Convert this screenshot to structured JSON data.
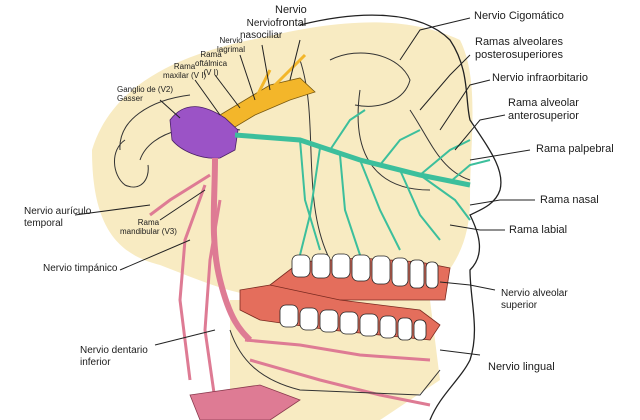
{
  "labels": {
    "nervio_frontal": [
      "Nervio",
      "frontal"
    ],
    "nervio_nasociliar": [
      "Nervio",
      "nasociliar"
    ],
    "nervio_lagrimal": [
      "Nervio",
      "lagrimal"
    ],
    "rama_oftalmica": [
      "Rama",
      "oftálmica",
      "(V I)"
    ],
    "rama_maxilar": [
      "Rama",
      "maxilar (V I)"
    ],
    "ganglio_gasser": [
      "Ganglio de (V2)",
      "Gasser"
    ],
    "nervio_cigomatico": "Nervio Cigomático",
    "ramas_alveolares_post": [
      "Ramas alveolares",
      "posterosuperiores"
    ],
    "nervio_infraorbitario": "Nervio infraorbitario",
    "rama_alveolar_antero": [
      "Rama alveolar",
      "anterosuperior"
    ],
    "rama_palpebral": "Rama palpebral",
    "rama_nasal": "Rama nasal",
    "rama_labial": "Rama labial",
    "nervio_auriculotemporal": [
      "Nervio aurículo",
      "temporal"
    ],
    "rama_mandibular": [
      "Rama",
      "mandibular (V3)"
    ],
    "nervio_timpanico": "Nervio timpánico",
    "nervio_alveolar_superior": [
      "Nervio alveolar",
      "superior"
    ],
    "nervio_dentario_inferior": [
      "Nervio dentario",
      "inferior"
    ],
    "nervio_lingual": "Nervio lingual"
  },
  "colors": {
    "skin": "#f8ebc2",
    "ophthalmic": "#f3b62a",
    "ganglion": "#9b53c6",
    "maxillary": "#3cbf9c",
    "mandibular": "#de7b94",
    "gum": "#e46e5c",
    "tooth": "#ffffff",
    "outline": "#222222"
  }
}
